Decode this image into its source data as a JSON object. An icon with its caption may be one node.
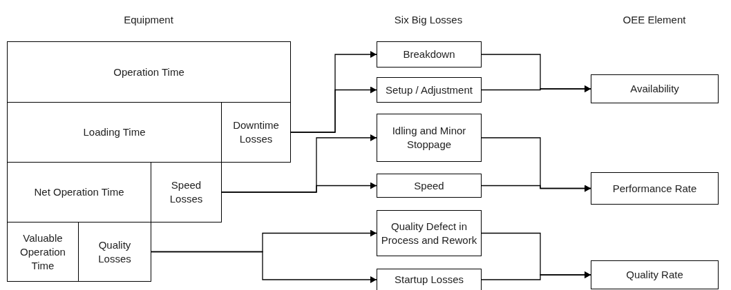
{
  "diagram": {
    "nodes": [
      {
        "text": [
          "Operation Time"
        ]
      },
      {
        "text": [
          "Loading Time"
        ]
      },
      {
        "text": [
          "Downtime Losses"
        ]
      },
      {
        "text": [
          "Net Operation Time"
        ]
      },
      {
        "text": [
          "Speed Losses"
        ]
      },
      {
        "text": [
          "Valuable Operation Time"
        ]
      },
      {
        "text": [
          "Quality Losses"
        ]
      },
      {
        "text": [
          "Breakdown"
        ]
      },
      {
        "text": [
          "Setup / Adjustment"
        ]
      },
      {
        "text": [
          "Idling and Minor Stoppage"
        ]
      },
      {
        "text": [
          "Speed"
        ]
      },
      {
        "text": [
          "Quality Defect in Process and Rework"
        ]
      },
      {
        "text": [
          "Startup Losses"
        ]
      },
      {
        "text": [
          "Availability"
        ]
      },
      {
        "text": [
          "Performance Rate"
        ]
      },
      {
        "text": [
          "Quality Rate"
        ]
      }
    ],
    "edges": [
      {
        "from": 2,
        "to": 7,
        "arrow": "to"
      },
      {
        "from": 2,
        "to": 8,
        "arrow": "to"
      },
      {
        "from": 4,
        "to": 9,
        "arrow": "to"
      },
      {
        "from": 4,
        "to": 10,
        "arrow": "to"
      },
      {
        "from": 6,
        "to": 11,
        "arrow": "to"
      },
      {
        "from": 6,
        "to": 12,
        "arrow": "to"
      },
      {
        "from": 7,
        "to": 13,
        "arrow": "to"
      },
      {
        "from": 8,
        "to": 13,
        "arrow": "to"
      },
      {
        "from": 9,
        "to": 14,
        "arrow": "to"
      },
      {
        "from": 10,
        "to": 14,
        "arrow": "to"
      },
      {
        "from": 11,
        "to": 15,
        "arrow": "to"
      },
      {
        "from": 12,
        "to": 15,
        "arrow": "to"
      }
    ],
    "labels": [
      "Equipment",
      "Six Big Losses",
      "OEE Element"
    ]
  }
}
